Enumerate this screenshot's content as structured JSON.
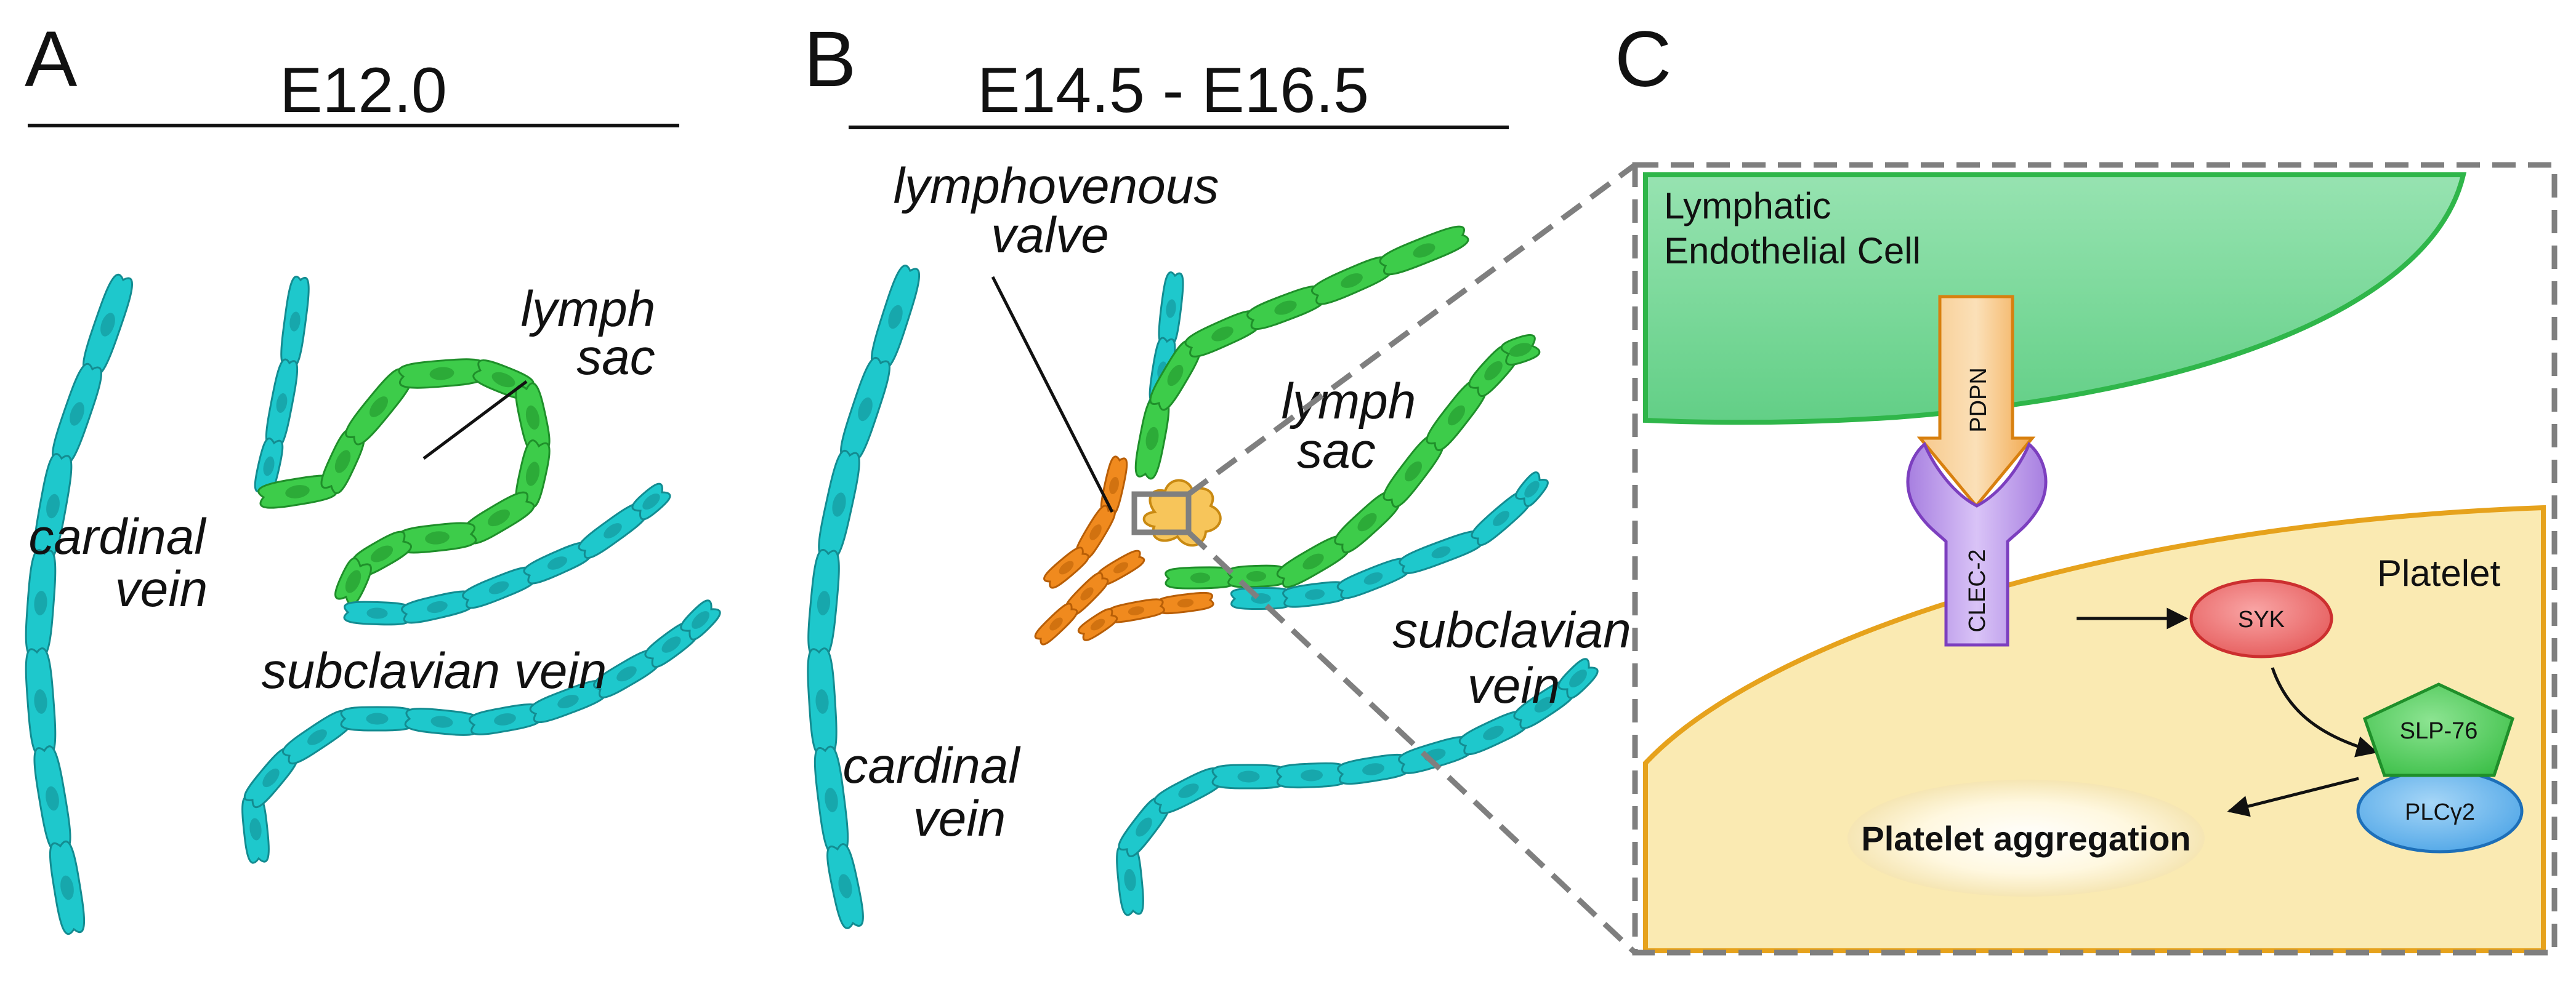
{
  "panels": {
    "a": {
      "letter": "A",
      "stage": "E12.0",
      "labels": {
        "lymph": "lymph",
        "sac": "sac",
        "cardinal": "cardinal",
        "vein": "vein",
        "subclavian_vein": "subclavian vein"
      }
    },
    "b": {
      "letter": "B",
      "stage": "E14.5 - E16.5",
      "labels": {
        "lymphovenous": "lymphovenous",
        "valve": "valve",
        "lymph": "lymph",
        "sac": "sac",
        "subclavian": "subclavian",
        "vein_sc": "vein",
        "cardinal": "cardinal",
        "vein_cv": "vein"
      }
    },
    "c": {
      "letter": "C",
      "lec_line1": "Lymphatic",
      "lec_line2": "Endothelial Cell",
      "platelet": "Platelet",
      "molecules": {
        "pdpn": "PDPN",
        "clec2": "CLEC-2",
        "syk": "SYK",
        "slp76": "SLP-76",
        "plcg2": "PLCγ2"
      },
      "outcome": "Platelet aggregation"
    }
  },
  "colors": {
    "vein": "#1ec8cc",
    "vein_dark": "#138c91",
    "lymphatic": "#3dcc4a",
    "lymphatic_dark": "#1f8f2a",
    "valve": "#f08a1e",
    "platelet_small": "#f7c55a",
    "platelet_cell": "#faeab2",
    "platelet_border": "#e6a21c",
    "lec_cell": "#7ad99a",
    "lec_border": "#2fb64a",
    "pdpn": "#f6b870",
    "clec2": "#bb92e8",
    "syk": "#ee6e6e",
    "slp76": "#5ed466",
    "plcg2": "#6cb8ee",
    "dash": "#7f7f7f"
  }
}
